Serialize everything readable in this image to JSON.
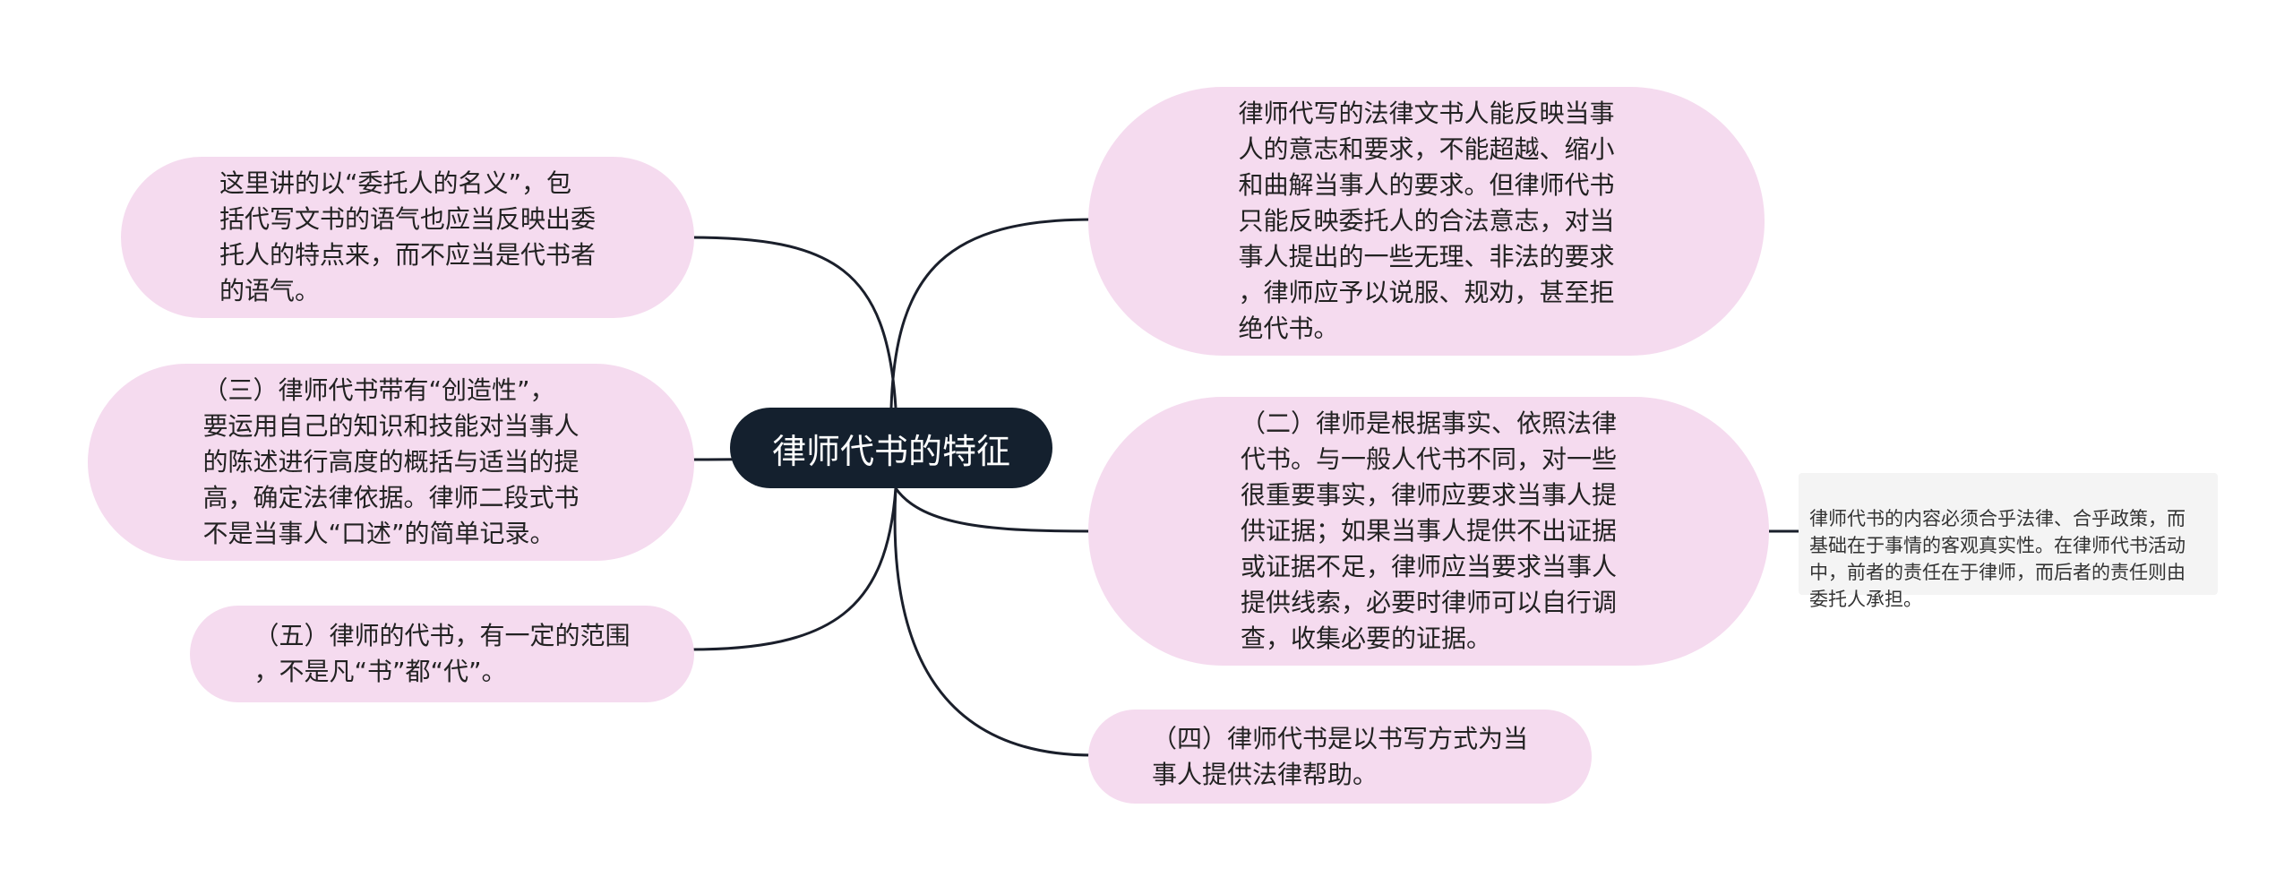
{
  "mindmap": {
    "root": {
      "label": "律师代书的特征"
    },
    "left_branches": [
      {
        "text": "这里讲的以“委托人的名义”，包\n括代写文书的语气也应当反映出委\n托人的特点来，而不应当是代书者\n的语气。"
      },
      {
        "text": "（三）律师代书带有“创造性”，\n要运用自己的知识和技能对当事人\n的陈述进行高度的概括与适当的提\n高，确定法律依据。律师二段式书\n不是当事人“口述”的简单记录。"
      },
      {
        "text": "（五）律师的代书，有一定的范围\n，不是凡“书”都“代”。"
      }
    ],
    "right_branches": [
      {
        "text": "律师代写的法律文书人能反映当事\n人的意志和要求，不能超越、缩小\n和曲解当事人的要求。但律师代书\n只能反映委托人的合法意志，对当\n事人提出的一些无理、非法的要求\n，律师应予以说服、规劝，甚至拒\n绝代书。"
      },
      {
        "text": "（二）律师是根据事实、依照法律\n代书。与一般人代书不同，对一些\n很重要事实，律师应要求当事人提\n供证据；如果当事人提供不出证据\n或证据不足，律师应当要求当事人\n提供线索，必要时律师可以自行调\n查，收集必要的证据。"
      },
      {
        "text": "（四）律师代书是以书写方式为当\n事人提供法律帮助。"
      }
    ],
    "note": {
      "text": "律师代书的内容必须合乎法律、合乎政策，而\n基础在于事情的客观真实性。在律师代书活动\n中，前者的责任在于律师，而后者的责任则由\n委托人承担。"
    }
  },
  "colors": {
    "root_fill": "#14202e",
    "branch_fill": "#f5dbef",
    "connector": "#1a1f2b",
    "note_fill": "#f4f4f4"
  }
}
